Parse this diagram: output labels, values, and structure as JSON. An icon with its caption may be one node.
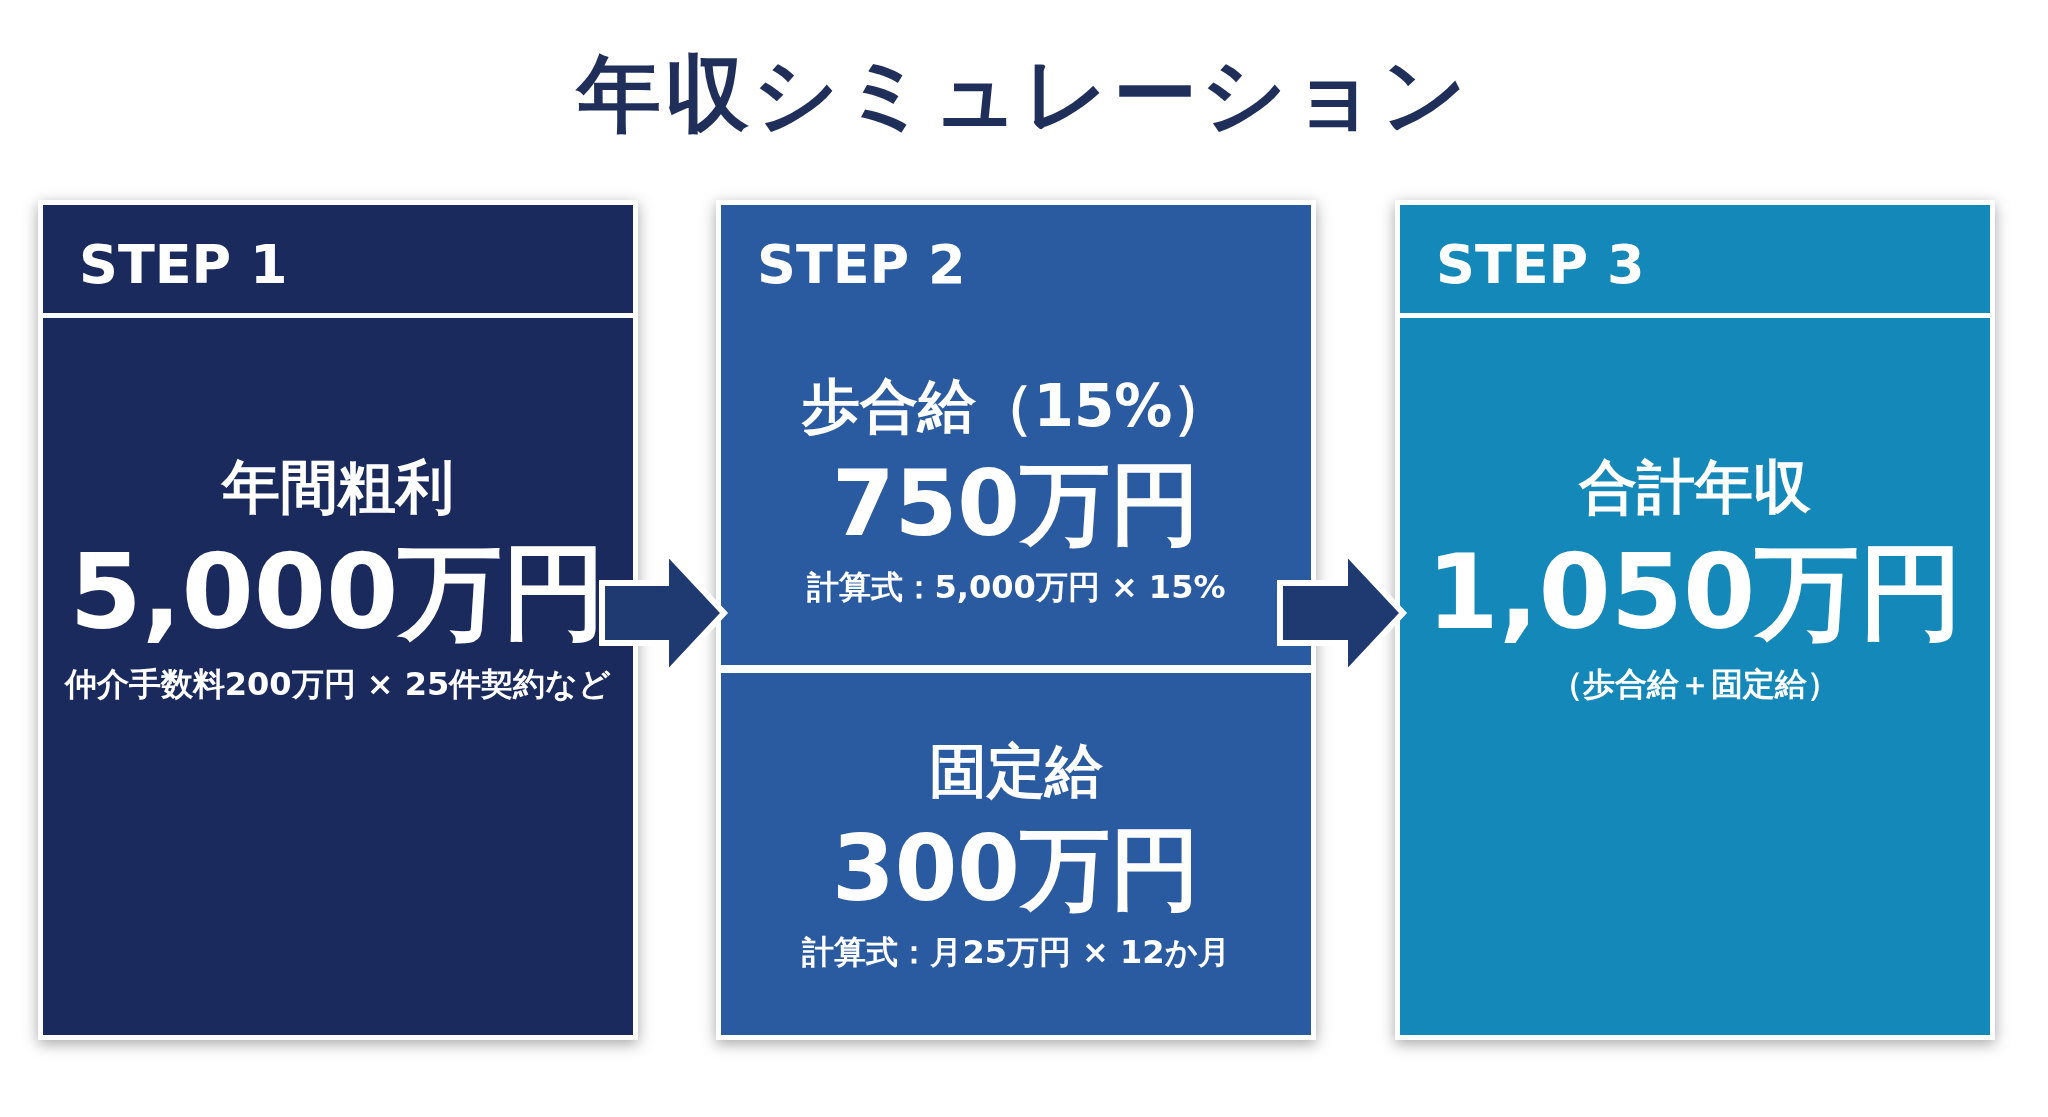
{
  "diagram": {
    "title": "年収シミュレーション",
    "nodes": [
      {
        "text": [
          "STEP 1",
          "年間粗利",
          "5,000万円",
          "仲介手数料200万円 × 25件契約など"
        ]
      },
      {
        "text": [
          "STEP 2"
        ]
      },
      {
        "text": [
          "歩合給（15%）",
          "750万円",
          "計算式：5,000万円 × 15%"
        ],
        "in": 1
      },
      {
        "text": [
          "固定給",
          "300万円",
          "計算式：月25万円 × 12か月"
        ],
        "in": 1
      },
      {
        "text": [
          "STEP 3",
          "合計年収",
          "1,050万円",
          "（歩合給＋固定給）"
        ]
      }
    ],
    "edges": [
      {
        "from": 0,
        "to": 1,
        "arrow": "to"
      },
      {
        "from": 1,
        "to": 4,
        "arrow": "to"
      }
    ]
  }
}
